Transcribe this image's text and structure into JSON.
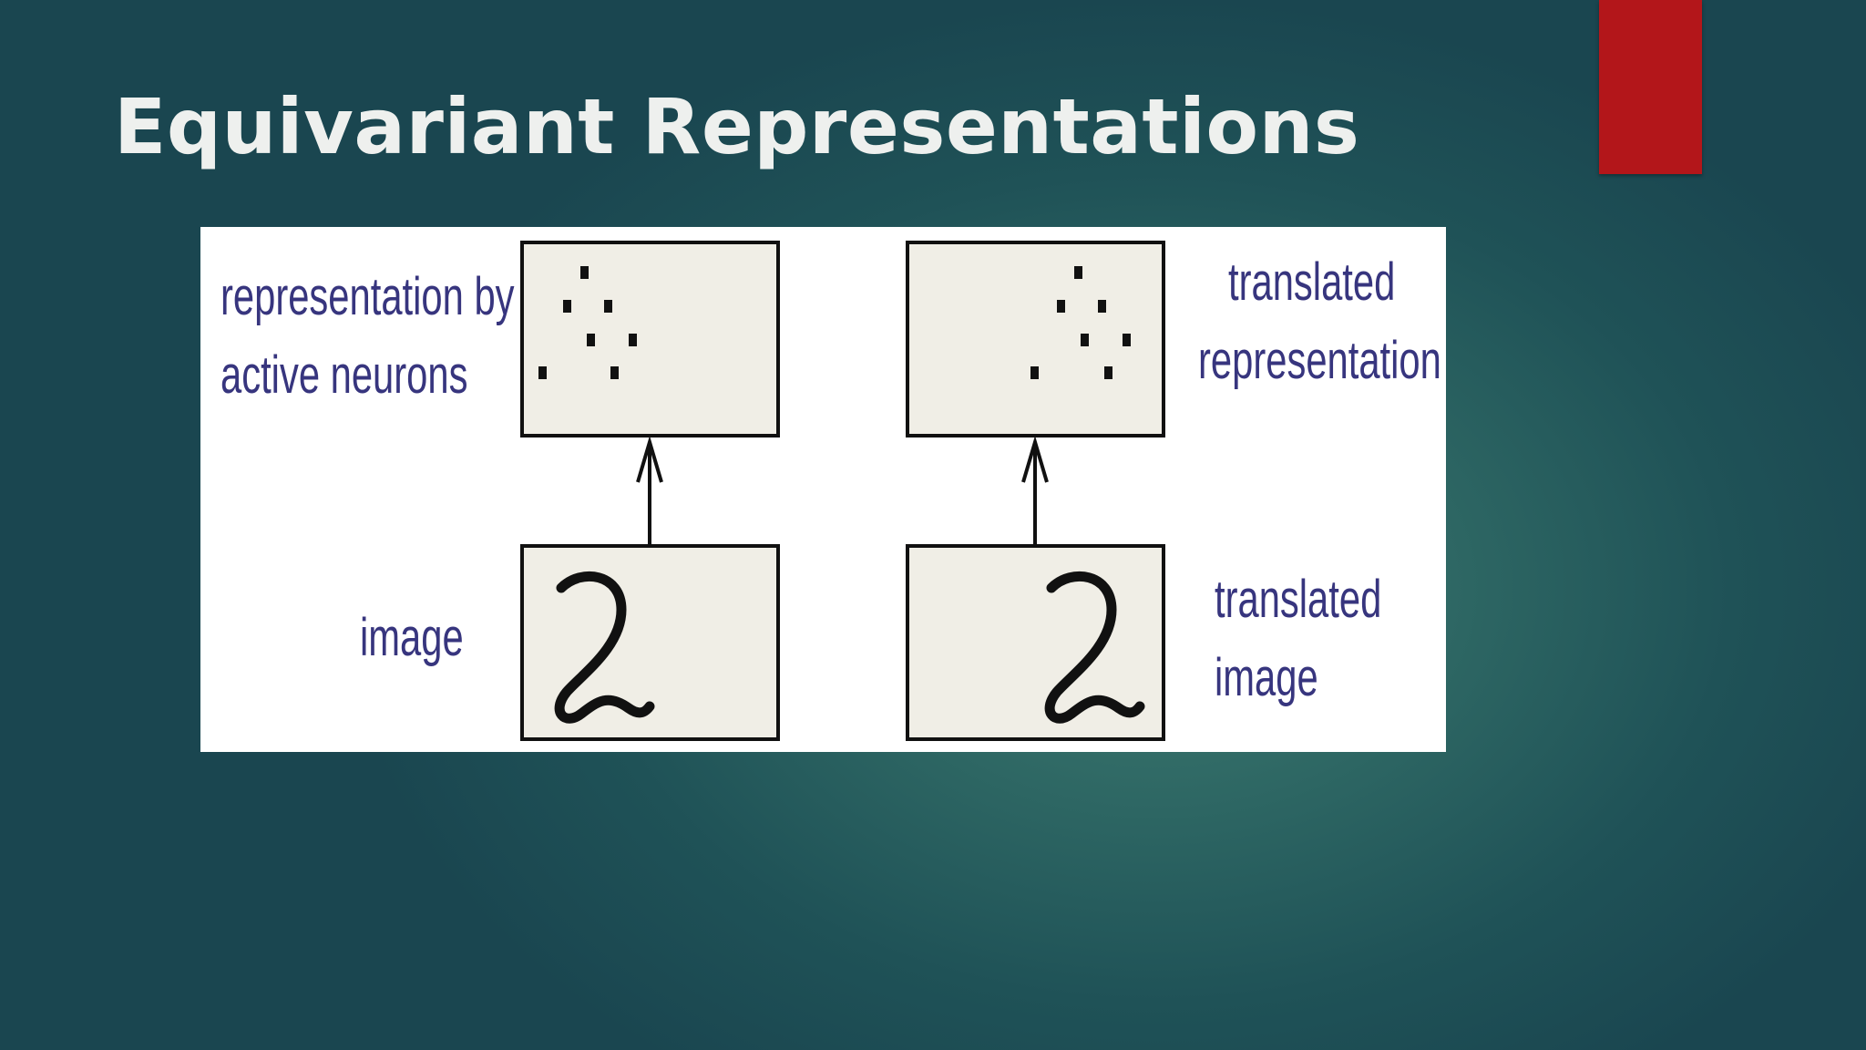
{
  "slide": {
    "title": "Equivariant Representations"
  },
  "colors": {
    "background": "#1f5257",
    "accent": "#b3161a",
    "title_text": "#eef0ee",
    "label_text": "#37357e",
    "box_fill": "#f0eee6"
  },
  "diagram": {
    "left": {
      "top_label_line1": "representation by",
      "top_label_line2": "active neurons",
      "bottom_label": "image",
      "digit": "2"
    },
    "right": {
      "top_label_line1": "translated",
      "top_label_line2": "representation",
      "bottom_label_line1": "translated",
      "bottom_label_line2": "image",
      "digit": "2"
    }
  }
}
